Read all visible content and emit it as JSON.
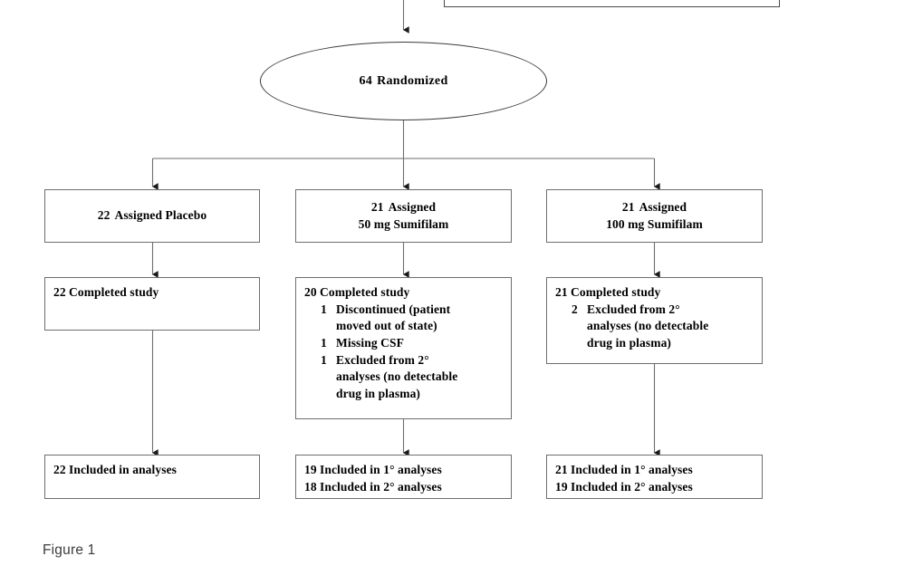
{
  "figure": {
    "caption": "Figure 1",
    "line_color": "#6e6e6e",
    "text_color": "#000000",
    "caption_color": "#3c3c3c"
  },
  "randomization": {
    "count": "64",
    "label": "Randomized"
  },
  "arms": [
    {
      "id": "placebo",
      "assigned": {
        "count": "22",
        "line1": "Assigned Placebo",
        "line2": ""
      },
      "completed": {
        "lines": [
          {
            "num": "22",
            "text": "Completed study",
            "indent": "none"
          }
        ]
      },
      "included": {
        "lines": [
          {
            "num": "22",
            "text": "Included in analyses",
            "indent": "none"
          }
        ]
      }
    },
    {
      "id": "sumifilam-50",
      "assigned": {
        "count": "21",
        "line1": "Assigned",
        "line2": "50 mg Sumifilam"
      },
      "completed": {
        "lines": [
          {
            "num": "20",
            "text": "Completed study",
            "indent": "none"
          },
          {
            "num": "1",
            "text": "Discontinued  (patient",
            "indent": "sub"
          },
          {
            "num": "",
            "text": "moved out of state)",
            "indent": "cont"
          },
          {
            "num": "1",
            "text": "Missing CSF",
            "indent": "sub"
          },
          {
            "num": "1",
            "text": "Excluded from  2°",
            "indent": "sub"
          },
          {
            "num": "",
            "text": "analyses (no detectable",
            "indent": "cont"
          },
          {
            "num": "",
            "text": "drug in plasma)",
            "indent": "cont"
          }
        ]
      },
      "included": {
        "lines": [
          {
            "num": "19",
            "text": "Included in 1° analyses",
            "indent": "none"
          },
          {
            "num": "18",
            "text": "Included in 2° analyses",
            "indent": "none"
          }
        ]
      }
    },
    {
      "id": "sumifilam-100",
      "assigned": {
        "count": "21",
        "line1": "Assigned",
        "line2": "100 mg Sumifilam"
      },
      "completed": {
        "lines": [
          {
            "num": "21",
            "text": "Completed study",
            "indent": "none"
          },
          {
            "num": "2",
            "text": "Excluded from  2°",
            "indent": "sub"
          },
          {
            "num": "",
            "text": "analyses (no detectable",
            "indent": "cont"
          },
          {
            "num": "",
            "text": "drug in plasma)",
            "indent": "cont"
          }
        ]
      },
      "included": {
        "lines": [
          {
            "num": "21",
            "text": "Included in 1° analyses",
            "indent": "none"
          },
          {
            "num": "19",
            "text": "Included in 2° analyses",
            "indent": "none"
          }
        ]
      }
    }
  ]
}
